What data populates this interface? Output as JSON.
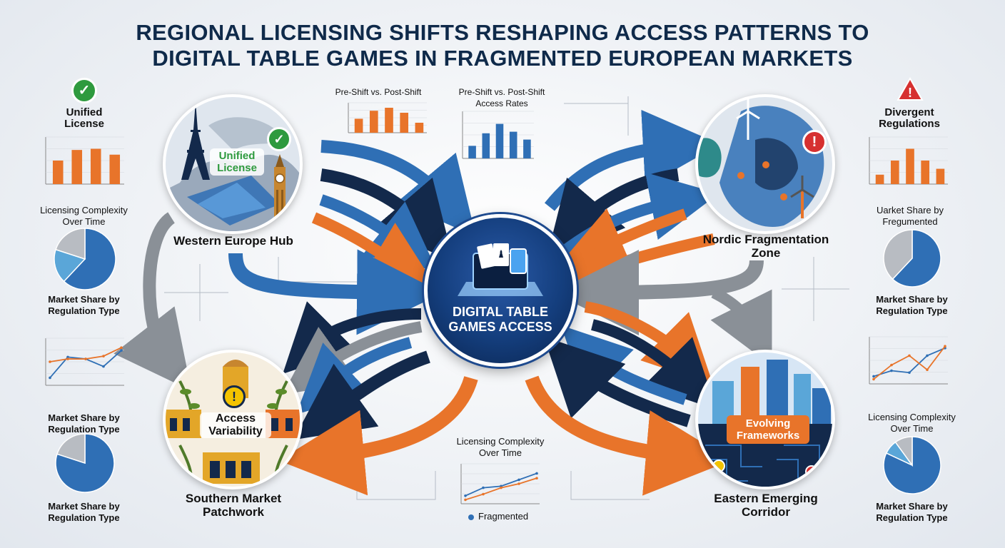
{
  "title": {
    "line1": "REGIONAL LICENSING SHIFTS RESHAPING ACCESS PATTERNS TO",
    "line2": "DIGITAL TABLE GAMES IN FRAGMENTED EUROPEAN MARKETS"
  },
  "hub": {
    "label": "DIGITAL TABLE GAMES ACCESS"
  },
  "regions": {
    "west": {
      "name": "Western Europe Hub",
      "badge": "Unified License"
    },
    "nordic": {
      "name": "Nordic Fragmentation Zone"
    },
    "south": {
      "name": "Southern Market Patchwork",
      "badge": "Access Variability"
    },
    "east": {
      "name": "Eastern Emerging Corridor",
      "badge": "Evolving Frameworks"
    }
  },
  "side_left": {
    "status_label": "Unified License",
    "complexity_label": "Licensing Complexity Over Time",
    "share_label_1": "Market Share by Regulation Type",
    "share_label_2": "Market Share by Regulation Type",
    "share_label_3": "Market Share by Regulation Type"
  },
  "side_right": {
    "status_label": "Divergent Regulations",
    "share_top_label": "Uarket Share by Fregumented",
    "share_label_1": "Market Share by Regulation Type",
    "complexity_label": "Licensing Complexity Over Time",
    "share_label_2": "Market Share by Regulation Type"
  },
  "top_charts": {
    "left_title": "Pre-Shift vs. Post-Shift",
    "right_title": "Pre-Shift vs. Post-Shift Access Rates"
  },
  "bottom_chart": {
    "title": "Licensing Complexity Over Time",
    "legend": "Fragmented"
  },
  "colors": {
    "navy": "#13294b",
    "blue": "#2f6fb5",
    "orange": "#e8742a",
    "gray": "#8a9097",
    "green": "#2e9a3e",
    "red": "#d63030"
  },
  "chart_data": [
    {
      "id": "left-top-bar",
      "type": "bar",
      "categories": [
        "",
        "",
        "",
        ""
      ],
      "values": [
        20,
        29,
        30,
        25
      ],
      "ylim": [
        0,
        40
      ],
      "color": "#e8742a"
    },
    {
      "id": "left-line",
      "type": "line",
      "ylim": [
        0,
        50
      ],
      "series": [
        {
          "values": [
            8,
            30,
            28,
            20,
            37
          ],
          "color": "#2f6fb5"
        },
        {
          "values": [
            25,
            28,
            28,
            31,
            40
          ],
          "color": "#e8742a"
        }
      ]
    },
    {
      "id": "pie-left-top",
      "type": "pie",
      "values": [
        62,
        18,
        20
      ],
      "colors": [
        "#2f6fb5",
        "#5aa6d8",
        "#b8bcc2"
      ]
    },
    {
      "id": "pie-left-bottom",
      "type": "pie",
      "values": [
        80,
        20
      ],
      "colors": [
        "#2f6fb5",
        "#b8bcc2"
      ]
    },
    {
      "id": "top-left-bar",
      "type": "bar",
      "values": [
        14,
        22,
        25,
        20,
        10
      ],
      "ylim": [
        0,
        30
      ],
      "color": "#e8742a"
    },
    {
      "id": "top-right-bar",
      "type": "bar",
      "values": [
        8,
        16,
        22,
        17,
        12
      ],
      "ylim": [
        0,
        30
      ],
      "color": "#2f6fb5"
    },
    {
      "id": "right-top-bar",
      "type": "bar",
      "values": [
        8,
        20,
        30,
        20,
        13
      ],
      "ylim": [
        0,
        40
      ],
      "color": "#e8742a"
    },
    {
      "id": "pie-right-top",
      "type": "pie",
      "values": [
        62,
        38
      ],
      "colors": [
        "#2f6fb5",
        "#b8bcc2"
      ]
    },
    {
      "id": "right-line",
      "type": "line",
      "ylim": [
        0,
        50
      ],
      "series": [
        {
          "values": [
            8,
            14,
            12,
            30,
            38
          ],
          "color": "#2f6fb5"
        },
        {
          "values": [
            5,
            20,
            30,
            15,
            40
          ],
          "color": "#e8742a"
        }
      ]
    },
    {
      "id": "pie-right-bottom",
      "type": "pie",
      "values": [
        82,
        8,
        10
      ],
      "colors": [
        "#2f6fb5",
        "#5aa6d8",
        "#b8bcc2"
      ]
    },
    {
      "id": "pie-left-mid",
      "type": "pie",
      "values": [
        78,
        22
      ],
      "colors": [
        "#2f6fb5",
        "#b8bcc2"
      ]
    },
    {
      "id": "bottom-line",
      "type": "line",
      "ylim": [
        0,
        50
      ],
      "series": [
        {
          "values": [
            10,
            20,
            22,
            30,
            38
          ],
          "color": "#2f6fb5"
        },
        {
          "values": [
            5,
            12,
            20,
            25,
            32
          ],
          "color": "#e8742a"
        }
      ]
    }
  ]
}
